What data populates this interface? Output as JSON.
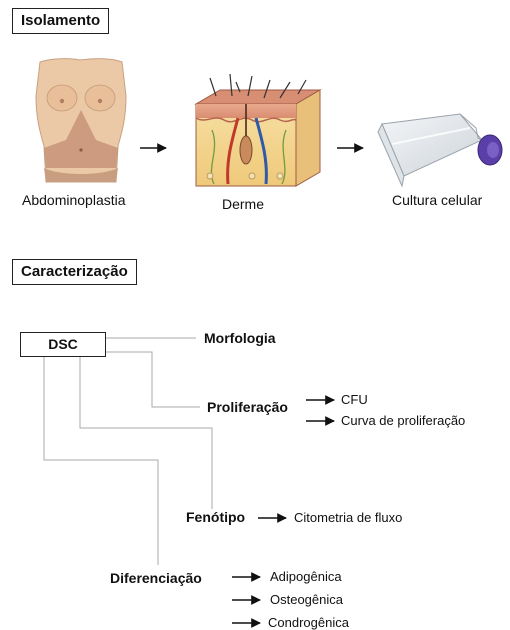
{
  "sections": {
    "isolation_title": "Isolamento",
    "characterization_title": "Caracterização"
  },
  "isolation": {
    "steps": [
      {
        "label": "Abdominoplastia",
        "image": "abdomen-icon"
      },
      {
        "label": "Derme",
        "image": "skin-section-icon"
      },
      {
        "label": "Cultura celular",
        "image": "culture-flask-icon"
      }
    ]
  },
  "characterization": {
    "root": "DSC",
    "branches": {
      "morphology": "Morfologia",
      "proliferation": {
        "label": "Proliferação",
        "items": [
          "CFU",
          "Curva de proliferação"
        ]
      },
      "phenotype": {
        "label": "Fenótipo",
        "items": [
          "Citometria de fluxo"
        ]
      },
      "differentiation": {
        "label": "Diferenciação",
        "items": [
          "Adipogênica",
          "Osteogênica",
          "Condrogênica"
        ]
      }
    }
  },
  "colors": {
    "connector_line": "#aaaaaa",
    "arrow": "#111111",
    "skin_tone": "#ecc9a6",
    "incision_area": "#c79379",
    "flask_cap": "#5b3fa8"
  }
}
